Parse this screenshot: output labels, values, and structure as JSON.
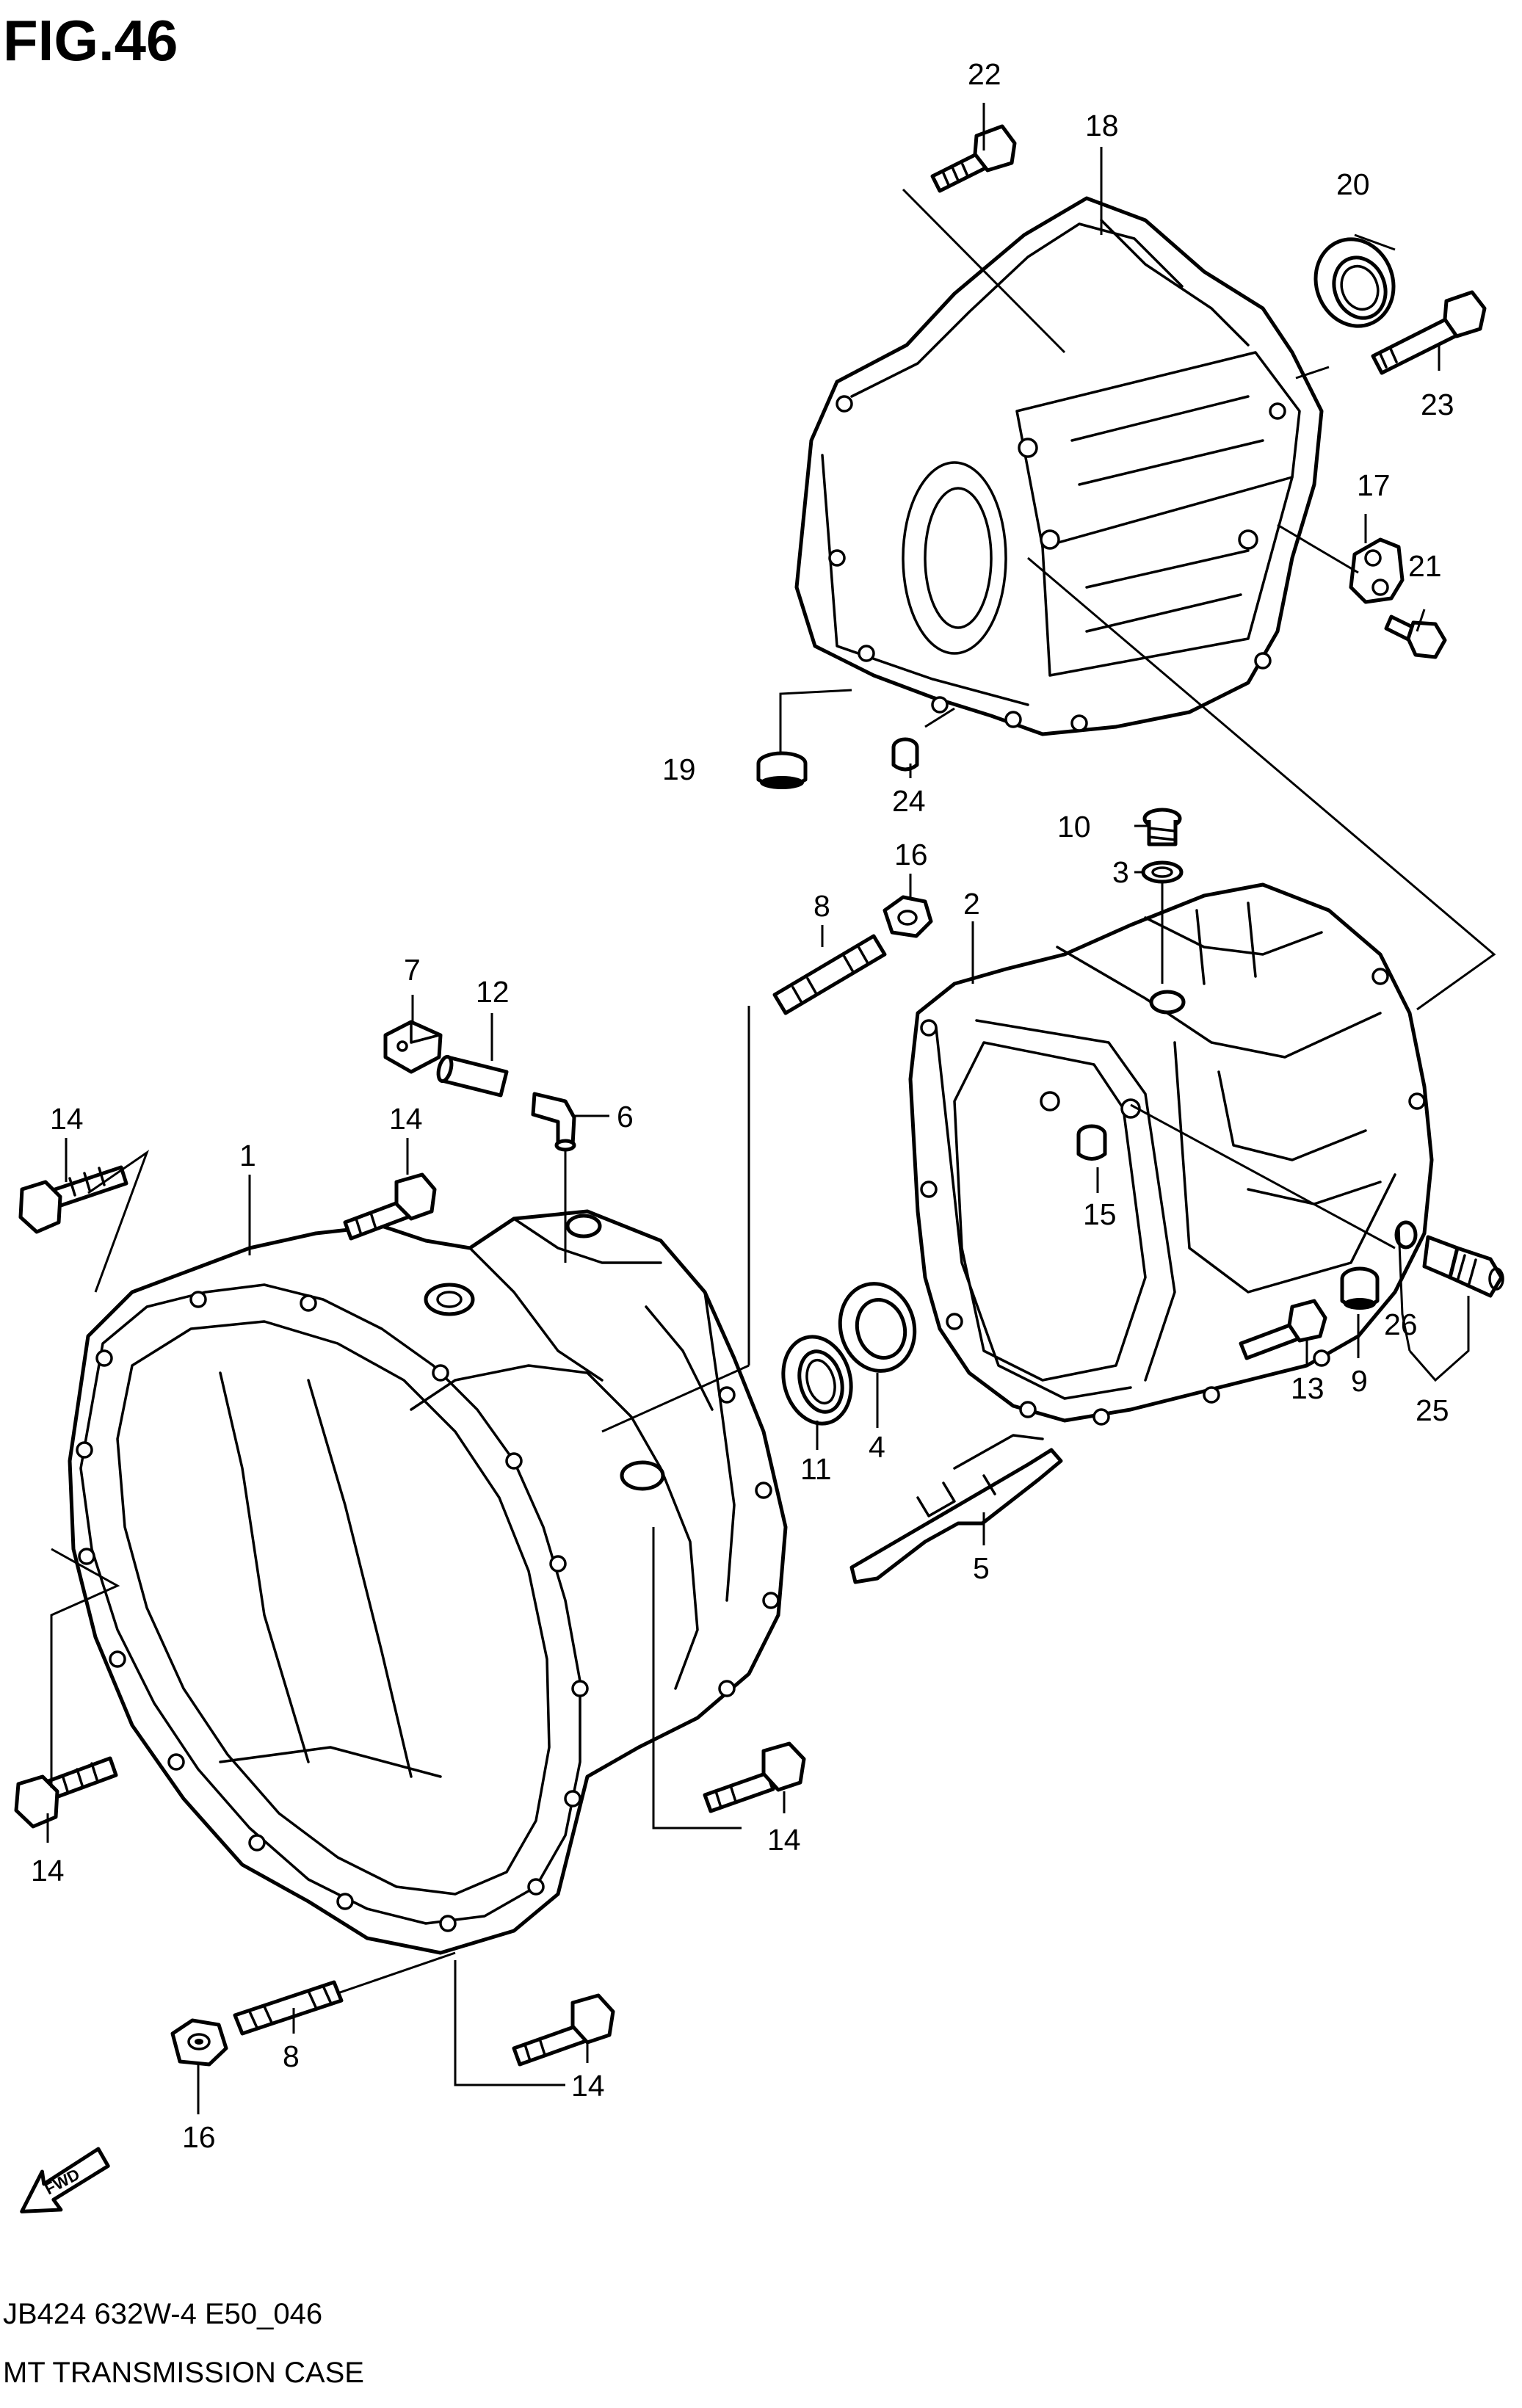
{
  "figure": {
    "title": "FIG.46",
    "model_code": "JB424 632W-4 E50_046",
    "caption": "MT TRANSMISSION CASE",
    "direction_label": "FWD"
  },
  "callouts": [
    {
      "id": "c22",
      "label": "22"
    },
    {
      "id": "c18",
      "label": "18"
    },
    {
      "id": "c20",
      "label": "20"
    },
    {
      "id": "c23",
      "label": "23"
    },
    {
      "id": "c17",
      "label": "17"
    },
    {
      "id": "c21",
      "label": "21"
    },
    {
      "id": "c19",
      "label": "19"
    },
    {
      "id": "c24",
      "label": "24"
    },
    {
      "id": "c10",
      "label": "10"
    },
    {
      "id": "c3",
      "label": "3"
    },
    {
      "id": "c16a",
      "label": "16"
    },
    {
      "id": "c8a",
      "label": "8"
    },
    {
      "id": "c2",
      "label": "2"
    },
    {
      "id": "c7",
      "label": "7"
    },
    {
      "id": "c12",
      "label": "12"
    },
    {
      "id": "c6",
      "label": "6"
    },
    {
      "id": "c14a",
      "label": "14"
    },
    {
      "id": "c14b",
      "label": "14"
    },
    {
      "id": "c1",
      "label": "1"
    },
    {
      "id": "c15",
      "label": "15"
    },
    {
      "id": "c26",
      "label": "26"
    },
    {
      "id": "c13",
      "label": "13"
    },
    {
      "id": "c9",
      "label": "9"
    },
    {
      "id": "c25",
      "label": "25"
    },
    {
      "id": "c11",
      "label": "11"
    },
    {
      "id": "c4",
      "label": "4"
    },
    {
      "id": "c5",
      "label": "5"
    },
    {
      "id": "c14c",
      "label": "14"
    },
    {
      "id": "c14d",
      "label": "14"
    },
    {
      "id": "c8b",
      "label": "8"
    },
    {
      "id": "c14e",
      "label": "14"
    },
    {
      "id": "c16b",
      "label": "16"
    }
  ]
}
